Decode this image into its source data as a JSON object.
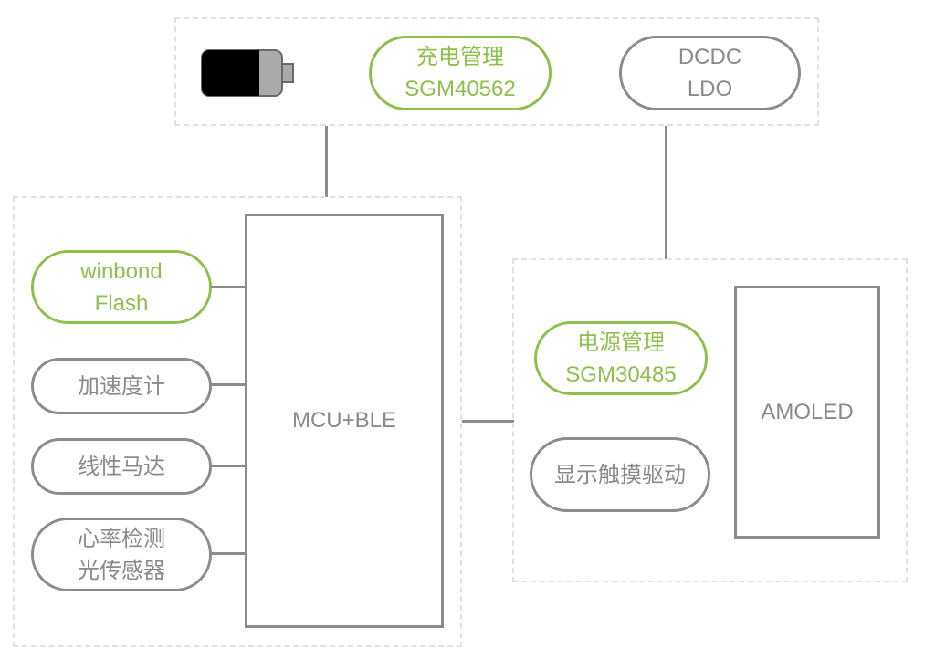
{
  "diagram": {
    "colors": {
      "accent_green": "#8dc04a",
      "line_gray": "#8c8c8c",
      "text_gray": "#8a8a8a",
      "dashed_border": "#e4e0e2"
    },
    "power_group": {
      "battery_icon": "battery-icon",
      "charger": {
        "line1": "充电管理",
        "line2": "SGM40562"
      },
      "regulator": {
        "line1": "DCDC",
        "line2": "LDO"
      }
    },
    "mcu_group": {
      "mcu": {
        "label": "MCU+BLE"
      },
      "peripherals": [
        {
          "line1": "winbond",
          "line2": "Flash",
          "highlight": true
        },
        {
          "line1": "加速度计",
          "line2": "",
          "highlight": false
        },
        {
          "line1": "线性马达",
          "line2": "",
          "highlight": false
        },
        {
          "line1": "心率检测",
          "line2": "光传感器",
          "highlight": false
        }
      ]
    },
    "display_group": {
      "pmic": {
        "line1": "电源管理",
        "line2": "SGM30485"
      },
      "driver": {
        "line1": "显示触摸驱动"
      },
      "screen": {
        "label": "AMOLED"
      }
    }
  }
}
